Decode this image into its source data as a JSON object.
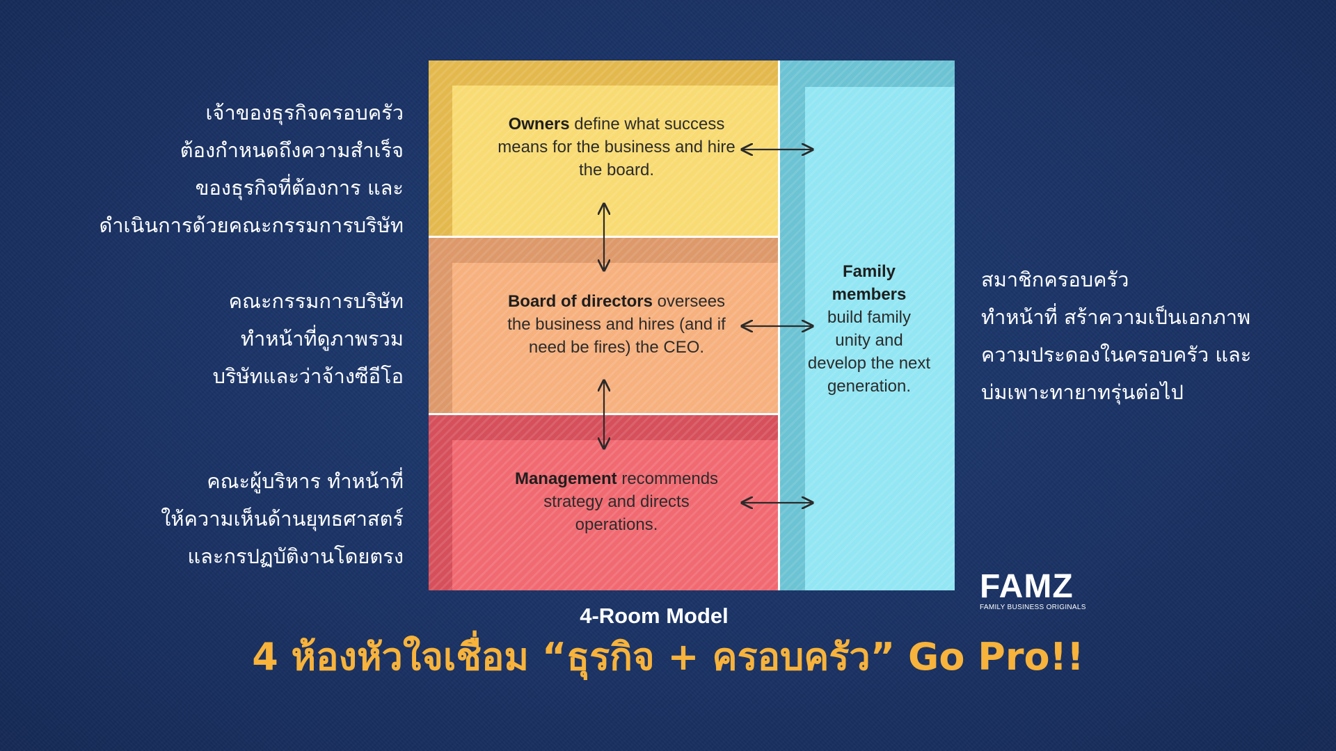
{
  "left_blocks": [
    {
      "lines": [
        "เจ้าของธุรกิจครอบครัว",
        "ต้องกำหนดถึงความสำเร็จ",
        "ของธุรกิจที่ต้องการ และ",
        "ดำเนินการด้วยคณะกรรมการบริษัท"
      ]
    },
    {
      "lines": [
        "คณะกรรมการบริษัท",
        "ทำหน้าที่ดูภาพรวม",
        "บริษัทและว่าจ้างซีอีโอ"
      ]
    },
    {
      "lines": [
        "คณะผู้บริหาร ทำหน้าที่",
        "ให้ความเห็นด้านยุทธศาสตร์",
        "และกรปฏบัติงานโดยตรง"
      ]
    }
  ],
  "right_block": {
    "lines": [
      "สมาชิกครอบครัว",
      "ทำหน้าที่ สร้าความเป็นเอกภาพ",
      "ความประดองในครอบครัว และ",
      "บ่มเพาะทายาทรุ่นต่อไป"
    ]
  },
  "diagram": {
    "owners": {
      "bold": "Owners",
      "rest1": " define what success",
      "line2": "means for the business and hire",
      "line3": "the board."
    },
    "board": {
      "bold": "Board of directors",
      "rest1": " oversees",
      "line2": "the business and hires (and if",
      "line3": "need be fires) the CEO."
    },
    "management": {
      "bold": "Management",
      "rest1": " recommends",
      "line2": "strategy and directs",
      "line3": "operations."
    },
    "family": {
      "bold1": "Family",
      "bold2": "members",
      "line3": "build family",
      "line4": "unity and",
      "line5": "develop the next",
      "line6": "generation."
    },
    "colors": {
      "owners": "#f8db73",
      "board": "#f6b17f",
      "management": "#f16a72",
      "family": "#93e6f3"
    }
  },
  "caption": "4-Room Model",
  "headline": "4 ห้องหัวใจเชื่อม “ธุรกิจ + ครอบครัว” Go Pro!!",
  "logo": {
    "name": "FAMZ",
    "tagline": "FAMILY BUSINESS ORIGINALS"
  },
  "colors": {
    "background": "#1a3365",
    "headline": "#f7b33b",
    "text": "#ffffff"
  }
}
